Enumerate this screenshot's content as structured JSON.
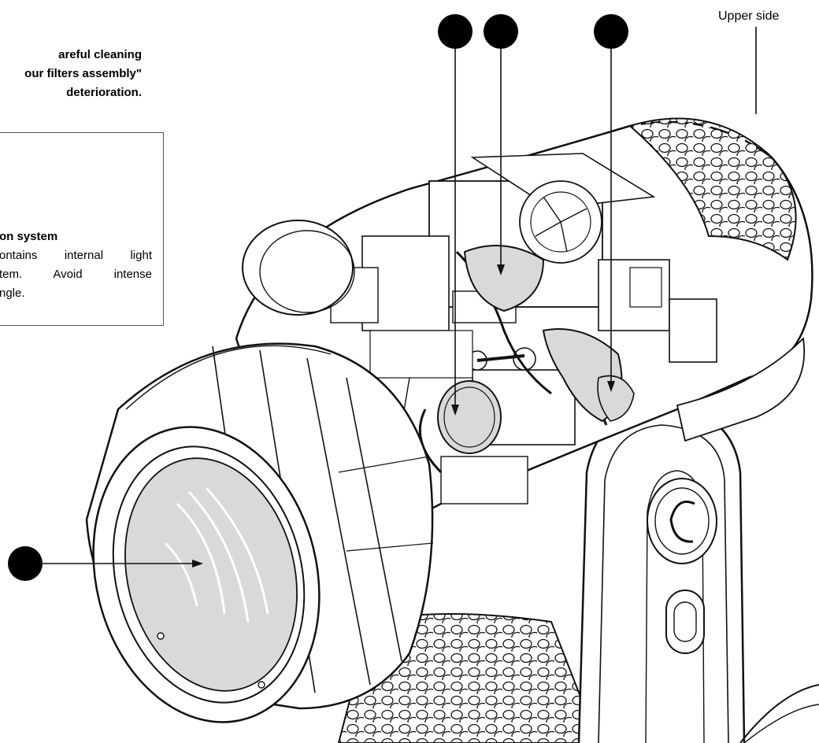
{
  "intro_lines": [
    "areful cleaning",
    "our filters assembly\"",
    "deterioration."
  ],
  "note": {
    "title": "on system",
    "lines": [
      "ontains internal light",
      "tem. Avoid intense",
      "ngle."
    ]
  },
  "upper_side_label": "Upper side",
  "callouts": [
    {
      "name": "callout-lens"
    },
    {
      "name": "callout-filter-a"
    },
    {
      "name": "callout-filter-b"
    },
    {
      "name": "callout-filter-c"
    }
  ]
}
